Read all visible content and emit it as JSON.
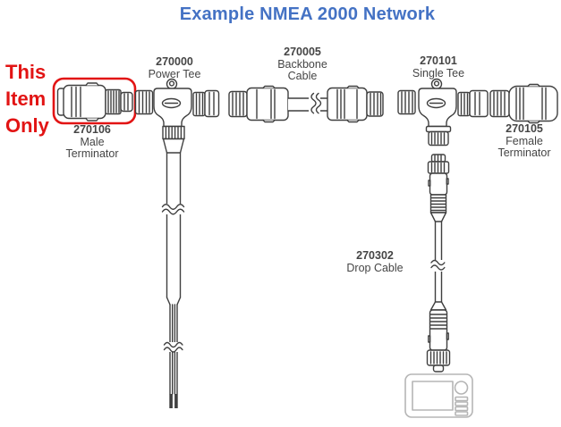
{
  "title": "Example NMEA 2000 Network",
  "callout": {
    "line1": "This",
    "line2": "Item",
    "line3": "Only"
  },
  "components": {
    "male_terminator": {
      "part_no": "270106",
      "name": "Male\nTerminator"
    },
    "power_tee": {
      "part_no": "270000",
      "name": "Power Tee"
    },
    "backbone_cable": {
      "part_no": "270005",
      "name": "Backbone\nCable"
    },
    "single_tee": {
      "part_no": "270101",
      "name": "Single Tee"
    },
    "drop_cable": {
      "part_no": "270302",
      "name": "Drop Cable"
    },
    "female_terminator": {
      "part_no": "270105",
      "name": "Female\nTerminator"
    }
  },
  "colors": {
    "title_blue": "#4472c4",
    "highlight_red": "#e21414",
    "line_art": "#3f3f3f",
    "device_outline": "#b5b5b5"
  }
}
